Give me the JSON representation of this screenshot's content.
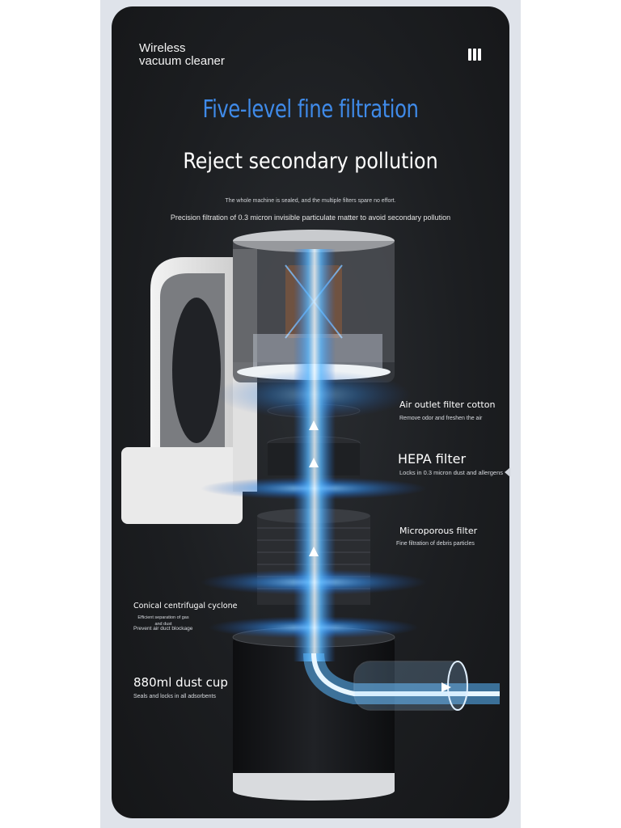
{
  "brand": {
    "line1": "Wireless",
    "line2": "vacuum cleaner",
    "menu_icon": "menu-bars-icon"
  },
  "headline": {
    "title": "Five-level fine filtration",
    "subtitle": "Reject secondary pollution",
    "note": "The whole machine is sealed, and the multiple filters spare no effort.",
    "description": "Precision filtration of 0.3 micron invisible particulate matter to avoid secondary pollution"
  },
  "filters": [
    {
      "title": "Air outlet filter cotton",
      "desc": "Remove odor and freshen the air"
    },
    {
      "title": "HEPA filter",
      "desc": "Locks in 0.3 micron dust and allergens"
    },
    {
      "title": "Microporous filter",
      "desc": "Fine filtration of debris particles"
    },
    {
      "title": "Conical centrifugal cyclone",
      "desc": "Efficient separation of gas and dust",
      "desc2": "Prevent air duct blockage"
    },
    {
      "title": "880ml dust cup",
      "desc": "Seals and locks in all adsorbents"
    }
  ],
  "colors": {
    "accent": "#3f8ae8",
    "card": "#1c1e21",
    "airflow": "#3aa0ff"
  }
}
